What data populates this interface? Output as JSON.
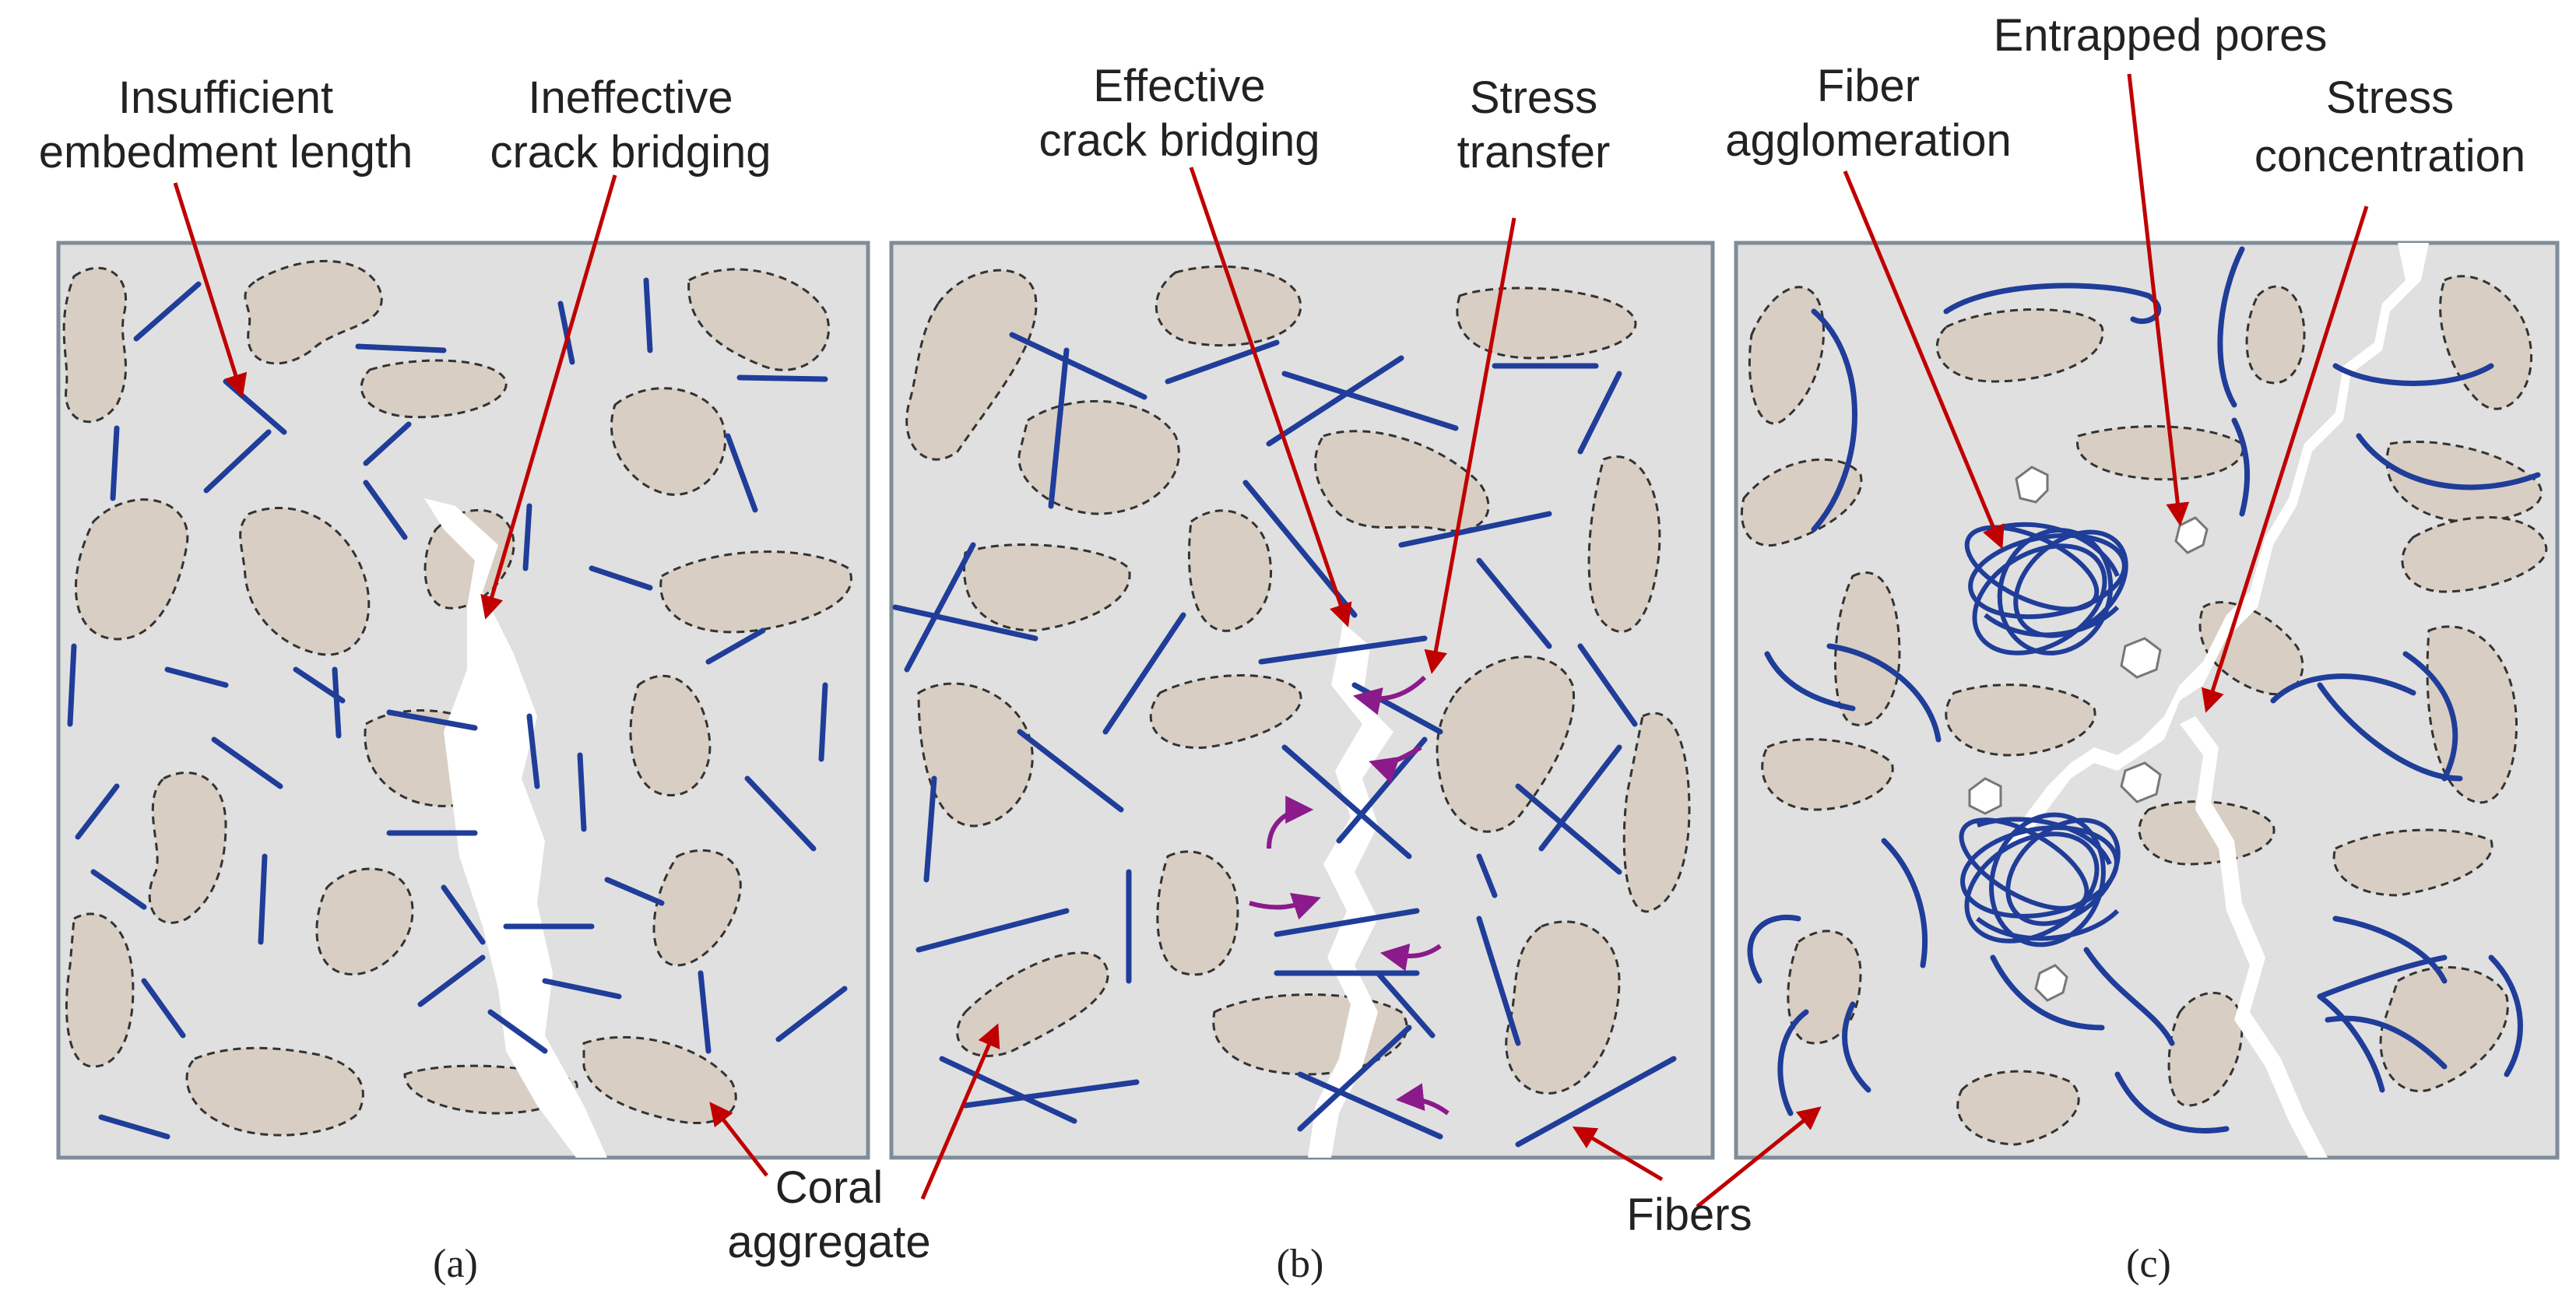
{
  "labels": {
    "insufficient_1": "Insufficient",
    "insufficient_2": "embedment length",
    "ineffective_1": "Ineffective",
    "ineffective_2": "crack bridging",
    "effective_1": "Effective",
    "effective_2": "crack bridging",
    "stress_transfer_1": "Stress",
    "stress_transfer_2": "transfer",
    "fiber_agglom_1": "Fiber",
    "fiber_agglom_2": "agglomeration",
    "entrapped_pores": "Entrapped pores",
    "stress_conc_1": "Stress",
    "stress_conc_2": "concentration",
    "coral_1": "Coral",
    "coral_2": "aggregate",
    "fibers": "Fibers"
  },
  "captions": {
    "a": "(a)",
    "b": "(b)",
    "c": "(c)"
  },
  "colors": {
    "matrix": "#e0e0e0",
    "panel_border": "#7f8c99",
    "fiber": "#1f3d99",
    "aggregate": "#d8cec3",
    "crack": "#ffffff",
    "annotation_arrow": "#c00000",
    "stress_arrow": "#8b1a8b"
  }
}
